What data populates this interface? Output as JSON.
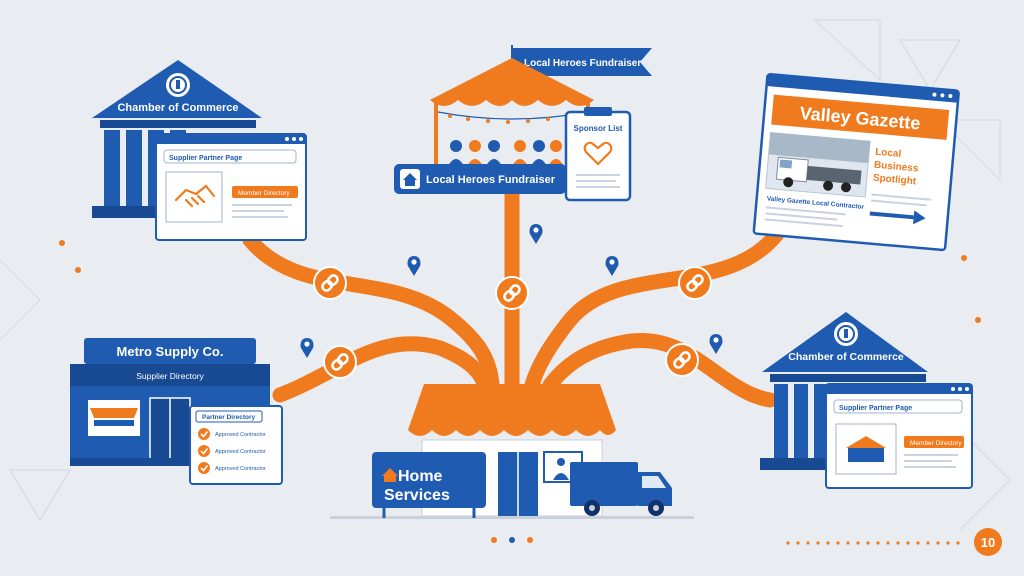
{
  "colors": {
    "background": "#e9ecf1",
    "brand_blue": "#1f5bb0",
    "dark_blue": "#174a93",
    "orange": "#f07a1e",
    "white": "#ffffff"
  },
  "hub": {
    "sign_line1": "Home",
    "sign_line2": "Services",
    "icon": "house-icon"
  },
  "fundraiser": {
    "banner_flag": "Local Heroes Fundraiser",
    "banner_sign": "Local Heroes Fundraiser",
    "clipboard_title": "Sponsor List",
    "clipboard_icon": "heart-icon"
  },
  "chamber_left": {
    "title": "Chamber of Commerce",
    "page_title": "Supplier Partner Page",
    "button": "Member Directory",
    "icon": "handshake-icon"
  },
  "gazette": {
    "masthead": "Valley Gazette",
    "headline": "Local Business Spotlight",
    "caption": "Valley Gazette Local Contractor",
    "icon": "arrow-right-icon"
  },
  "metro": {
    "title": "Metro Supply Co.",
    "subtitle": "Supplier Directory",
    "card_title": "Partner Directory",
    "items": [
      "Approved Contractor",
      "Approved Contractor",
      "Approved Contractor"
    ]
  },
  "chamber_right": {
    "title": "Chamber of Commerce",
    "page_title": "Supplier Partner Page",
    "button": "Member Directory"
  },
  "link_icon": "link-icon",
  "pin_icon": "map-pin-icon",
  "page_number": "10"
}
